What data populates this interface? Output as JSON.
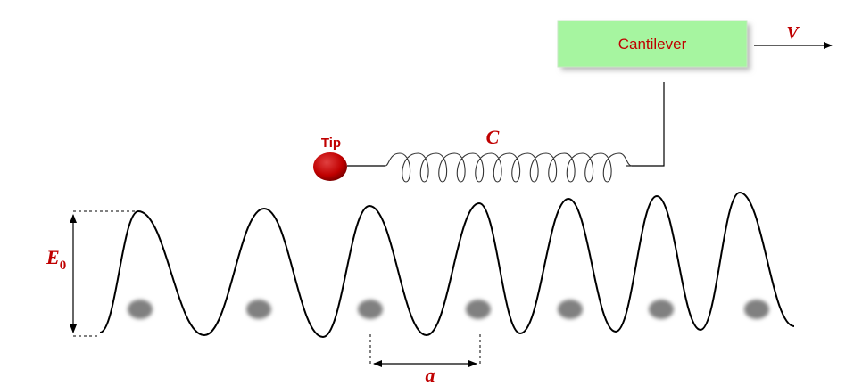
{
  "cantilever": {
    "label": "Cantilever",
    "fill": "#a6f5a0",
    "text_color": "#c00000"
  },
  "velocity_label": "V",
  "tip_label": "Tip",
  "spring_label": "C",
  "energy_label": "E",
  "energy_subscript": "0",
  "period_label": "a",
  "atom_count": 7,
  "colors": {
    "accent": "#c00000",
    "tip_ball": "#c00000",
    "atom": "#808080",
    "line": "#000000"
  }
}
